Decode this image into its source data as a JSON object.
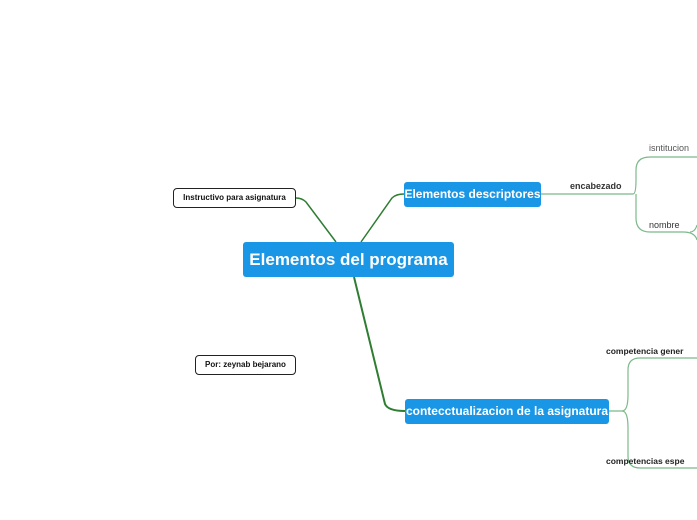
{
  "central": "Elementos del programa",
  "branches": [
    {
      "label": "Elementos descriptores",
      "children": [
        {
          "label": "encabezado",
          "children": [
            {
              "label": "isntitucion"
            },
            {
              "label": "nombre"
            }
          ]
        }
      ]
    },
    {
      "label": "contecctualizacion  de la asignatura",
      "children": [
        {
          "label": "competencia gener"
        },
        {
          "label": "competencias espe"
        }
      ]
    }
  ],
  "floating": [
    "Instructivo para asignatura",
    "Por: zeynab bejarano"
  ],
  "colors": {
    "node": "#1a96e6",
    "connector": "#2e7d32",
    "connector_light": "#7cb98a"
  }
}
